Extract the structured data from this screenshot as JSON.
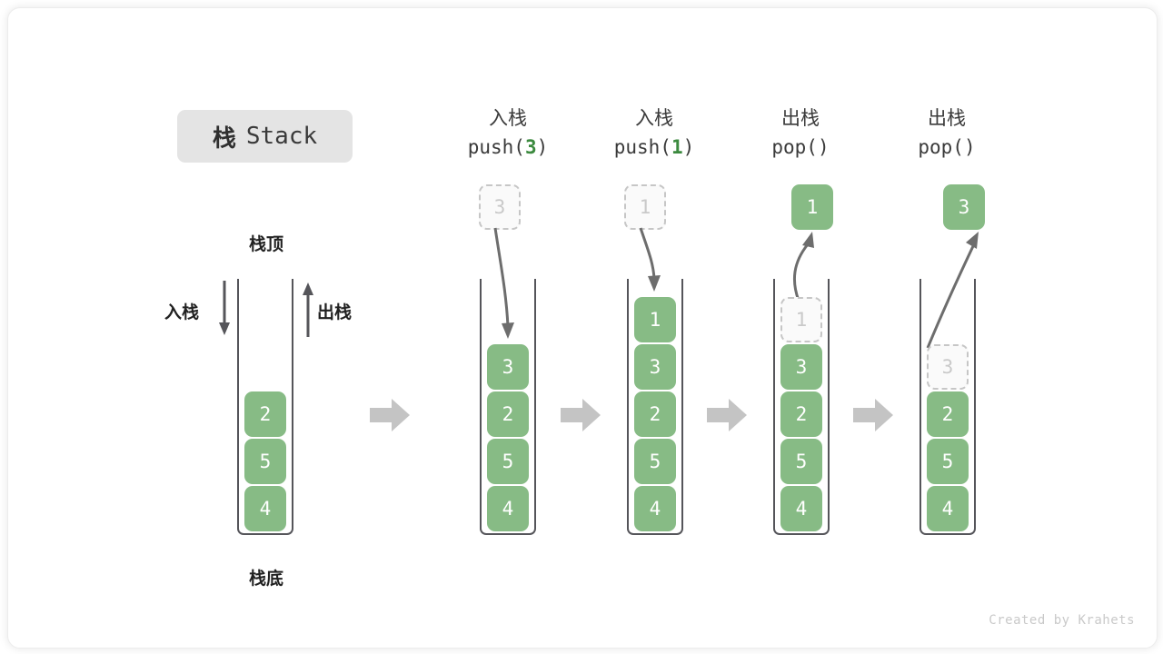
{
  "title": {
    "cn": "栈",
    "en": "Stack"
  },
  "labels": {
    "top": "栈顶",
    "bottom": "栈底",
    "push_side": "入栈",
    "pop_side": "出栈",
    "credit": "Created by Krahets"
  },
  "colors": {
    "cell_green": "#87bb85",
    "ghost_fill": "#fafafa",
    "ghost_border": "#c6c6c6",
    "container_stroke": "#55555a",
    "block_arrow": "#c4c4c4",
    "curve_arrow": "#6d6d6d",
    "chip_bg": "#e4e4e4",
    "accent_arg": "#3c8a3f"
  },
  "columns": [
    {
      "id": "initial",
      "head_cn": "",
      "head_code": "",
      "stack": [
        "2",
        "5",
        "4"
      ],
      "ghost": null,
      "floating": null
    },
    {
      "id": "push-3",
      "head_cn": "入栈",
      "head_code_prefix": "push(",
      "head_code_arg": "3",
      "head_code_suffix": ")",
      "stack": [
        "3",
        "2",
        "5",
        "4"
      ],
      "floating": {
        "value": "3",
        "style": "ghost"
      },
      "arrow": "down-into-stack"
    },
    {
      "id": "push-1",
      "head_cn": "入栈",
      "head_code_prefix": "push(",
      "head_code_arg": "1",
      "head_code_suffix": ")",
      "stack": [
        "1",
        "3",
        "2",
        "5",
        "4"
      ],
      "floating": {
        "value": "1",
        "style": "ghost"
      },
      "arrow": "down-into-stack"
    },
    {
      "id": "pop-1",
      "head_cn": "出栈",
      "head_code_prefix": "pop(",
      "head_code_arg": "",
      "head_code_suffix": ")",
      "stack": [
        "3",
        "2",
        "5",
        "4"
      ],
      "ghost_top": "1",
      "floating": {
        "value": "1",
        "style": "solid"
      },
      "arrow": "up-out-of-stack"
    },
    {
      "id": "pop-3",
      "head_cn": "出栈",
      "head_code_prefix": "pop(",
      "head_code_arg": "",
      "head_code_suffix": ")",
      "stack": [
        "2",
        "5",
        "4"
      ],
      "ghost_top": "3",
      "floating": {
        "value": "3",
        "style": "solid"
      },
      "arrow": "up-out-of-stack"
    }
  ]
}
